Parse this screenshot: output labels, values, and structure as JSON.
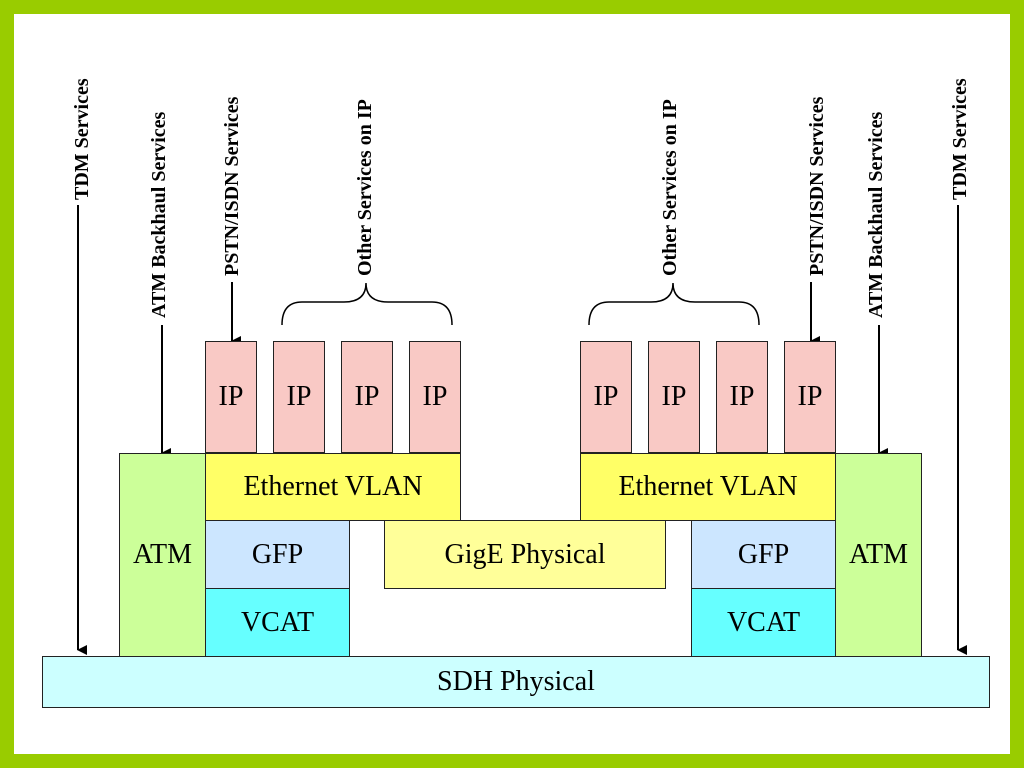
{
  "labels": {
    "tdm_left": "TDM Services",
    "atm_left": "ATM  Backhaul Services",
    "pstn_left": "PSTN/ISDN Services",
    "other_left": "Other  Services on IP",
    "other_right": "Other  Services on IP",
    "pstn_right": "PSTN/ISDN Services",
    "atm_right": "ATM  Backhaul Services",
    "tdm_right": "TDM Services"
  },
  "ip": [
    "IP",
    "IP",
    "IP",
    "IP",
    "IP",
    "IP",
    "IP",
    "IP"
  ],
  "eth_left": "Ethernet VLAN",
  "eth_right": "Ethernet VLAN",
  "atm_left": "ATM",
  "atm_right": "ATM",
  "gfp_left": "GFP",
  "gfp_right": "GFP",
  "vcat_left": "VCAT",
  "vcat_right": "VCAT",
  "gige": "GigE Physical",
  "sdh": "SDH Physical",
  "colors": {
    "frame": "#99cc00",
    "ip": "#f9c9c5",
    "ethernet": "#ffff66",
    "atm": "#ccff99",
    "gfp": "#cce6ff",
    "vcat": "#66ffff",
    "gige": "#ffff99",
    "sdh": "#ccffff"
  }
}
